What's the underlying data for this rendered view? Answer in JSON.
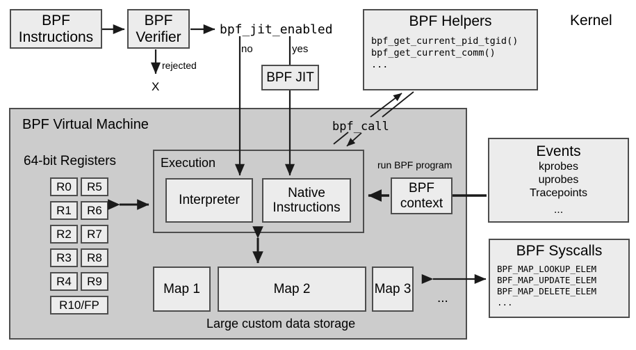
{
  "diagram": {
    "kernel_label": "Kernel",
    "pipeline": {
      "instructions": "BPF\nInstructions",
      "verifier": "BPF\nVerifier",
      "rejected_label": "rejected",
      "rejected_mark": "X",
      "jit_enabled_var": "bpf_jit_enabled",
      "branch_no": "no",
      "branch_yes": "yes",
      "jit": "BPF JIT"
    },
    "helpers": {
      "title": "BPF Helpers",
      "items": "bpf_get_current_pid_tgid()\nbpf_get_current_comm()\n..."
    },
    "vm": {
      "title": "BPF Virtual Machine",
      "bpf_call_label": "bpf_call",
      "registers_title": "64-bit Registers",
      "registers_col1": [
        "R0",
        "R1",
        "R2",
        "R3",
        "R4"
      ],
      "registers_col2": [
        "R5",
        "R6",
        "R7",
        "R8",
        "R9"
      ],
      "registers_wide": "R10/FP",
      "execution_title": "Execution",
      "interpreter": "Interpreter",
      "native": "Native\nInstructions",
      "maps": [
        "Map 1",
        "Map 2",
        "Map 3"
      ],
      "maps_ellipsis": "...",
      "storage_label": "Large custom data storage",
      "run_program_label": "run BPF program",
      "context": "BPF\ncontext"
    },
    "events": {
      "title": "Events",
      "items": "kprobes\nuprobes\nTracepoints",
      "ellipsis": "..."
    },
    "syscalls": {
      "title": "BPF Syscalls",
      "items": "BPF_MAP_LOOKUP_ELEM\nBPF_MAP_UPDATE_ELEM\nBPF_MAP_DELETE_ELEM\n..."
    },
    "colors": {
      "box_fill": "#ececec",
      "vm_fill": "#cccccc",
      "stroke": "#4d4d4d",
      "arrow": "#1a1a1a",
      "page_bg": "#ffffff"
    }
  }
}
